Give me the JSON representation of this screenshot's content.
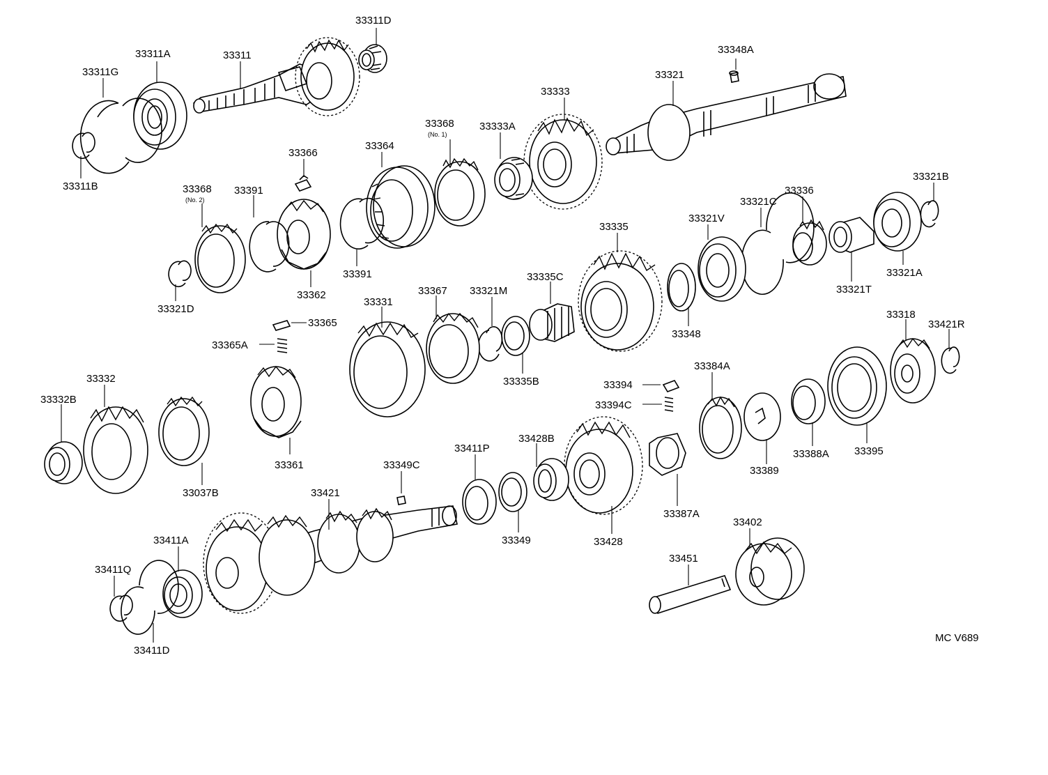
{
  "diagram": {
    "drawing_code": "MC V689",
    "labels": [
      {
        "id": "33311D",
        "text": "33311D"
      },
      {
        "id": "33311A",
        "text": "33311A"
      },
      {
        "id": "33311",
        "text": "33311"
      },
      {
        "id": "33311G",
        "text": "33311G"
      },
      {
        "id": "33311B",
        "text": "33311B"
      },
      {
        "id": "33348A",
        "text": "33348A"
      },
      {
        "id": "33321",
        "text": "33321"
      },
      {
        "id": "33333",
        "text": "33333"
      },
      {
        "id": "33368-1",
        "text": "33368",
        "sub": "(No. 1)"
      },
      {
        "id": "33333A",
        "text": "33333A"
      },
      {
        "id": "33364",
        "text": "33364"
      },
      {
        "id": "33366",
        "text": "33366"
      },
      {
        "id": "33368-2",
        "text": "33368",
        "sub": "(No. 2)"
      },
      {
        "id": "33391a",
        "text": "33391"
      },
      {
        "id": "33391b",
        "text": "33391"
      },
      {
        "id": "33362",
        "text": "33362"
      },
      {
        "id": "33321D",
        "text": "33321D"
      },
      {
        "id": "33321B",
        "text": "33321B"
      },
      {
        "id": "33336",
        "text": "33336"
      },
      {
        "id": "33321C",
        "text": "33321C"
      },
      {
        "id": "33321V",
        "text": "33321V"
      },
      {
        "id": "33335",
        "text": "33335"
      },
      {
        "id": "33321A",
        "text": "33321A"
      },
      {
        "id": "33321T",
        "text": "33321T"
      },
      {
        "id": "33348",
        "text": "33348"
      },
      {
        "id": "33335C",
        "text": "33335C"
      },
      {
        "id": "33321M",
        "text": "33321M"
      },
      {
        "id": "33367",
        "text": "33367"
      },
      {
        "id": "33331",
        "text": "33331"
      },
      {
        "id": "33335B",
        "text": "33335B"
      },
      {
        "id": "33365",
        "text": "33365"
      },
      {
        "id": "33365A",
        "text": "33365A"
      },
      {
        "id": "33318",
        "text": "33318"
      },
      {
        "id": "33421R",
        "text": "33421R"
      },
      {
        "id": "33384A",
        "text": "33384A"
      },
      {
        "id": "33394",
        "text": "33394"
      },
      {
        "id": "33394C",
        "text": "33394C"
      },
      {
        "id": "33332",
        "text": "33332"
      },
      {
        "id": "33332B",
        "text": "33332B"
      },
      {
        "id": "33037B",
        "text": "33037B"
      },
      {
        "id": "33361",
        "text": "33361"
      },
      {
        "id": "33389",
        "text": "33389"
      },
      {
        "id": "33388A",
        "text": "33388A"
      },
      {
        "id": "33395",
        "text": "33395"
      },
      {
        "id": "33411P",
        "text": "33411P"
      },
      {
        "id": "33428B",
        "text": "33428B"
      },
      {
        "id": "33349C",
        "text": "33349C"
      },
      {
        "id": "33387A",
        "text": "33387A"
      },
      {
        "id": "33421",
        "text": "33421"
      },
      {
        "id": "33349",
        "text": "33349"
      },
      {
        "id": "33428",
        "text": "33428"
      },
      {
        "id": "33402",
        "text": "33402"
      },
      {
        "id": "33411A",
        "text": "33411A"
      },
      {
        "id": "33451",
        "text": "33451"
      },
      {
        "id": "33411Q",
        "text": "33411Q"
      },
      {
        "id": "33411D",
        "text": "33411D"
      }
    ]
  }
}
